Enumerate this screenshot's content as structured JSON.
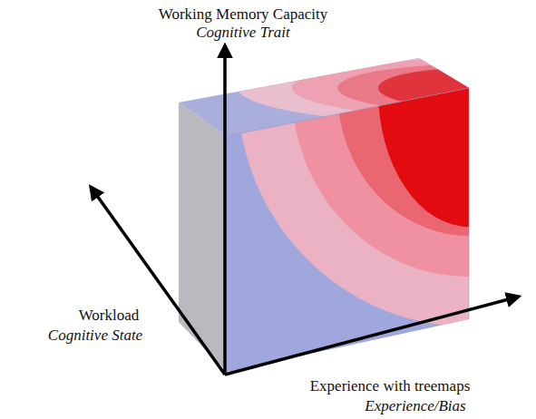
{
  "diagram": {
    "labels": [
      "Working Memory Capacity",
      "Cognitive Trait",
      "Workload",
      "Cognitive State",
      "Experience with treemaps",
      "Experience/Bias"
    ]
  }
}
